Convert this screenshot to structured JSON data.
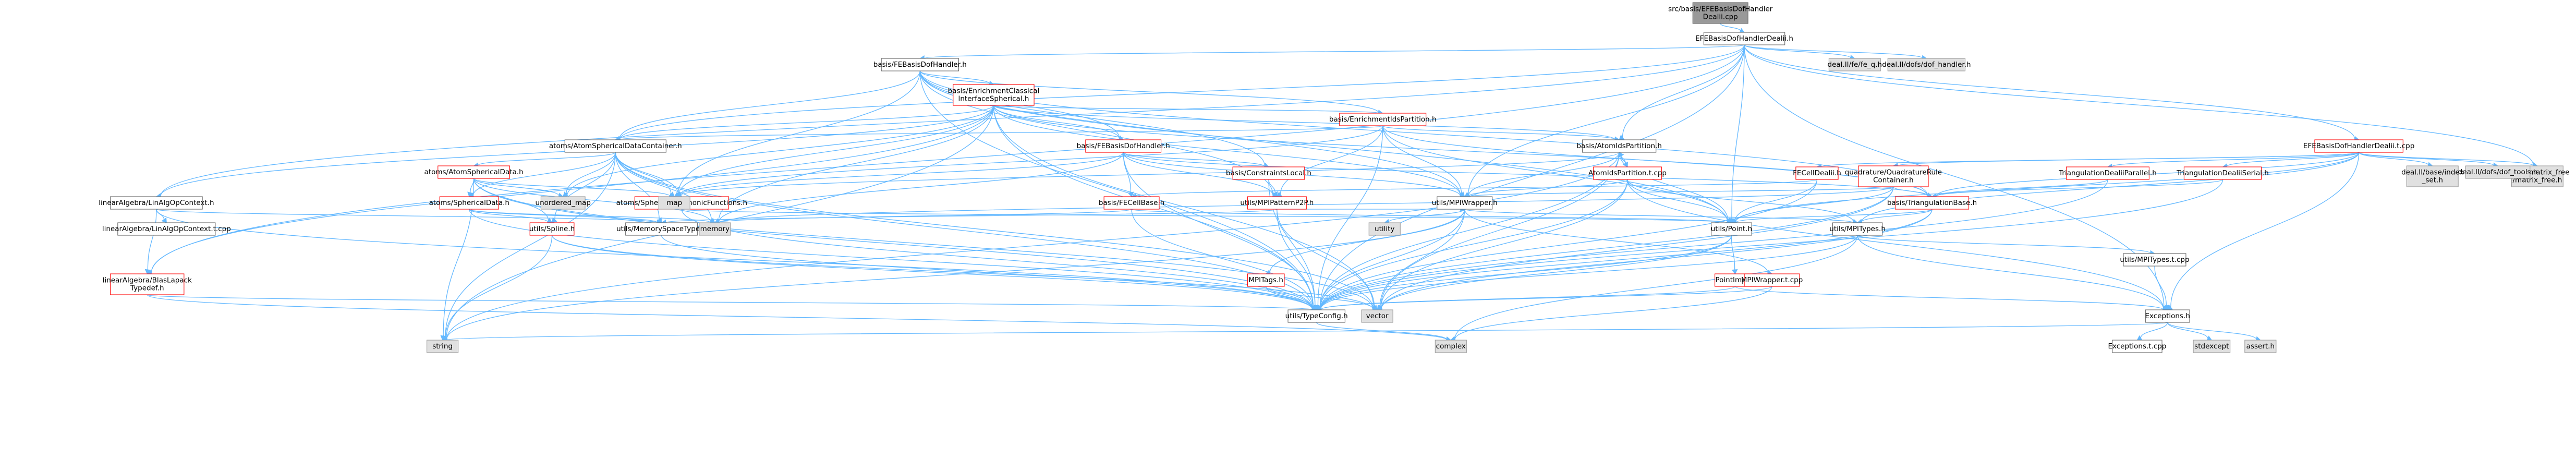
{
  "colors": {
    "edge": "#63b8ff",
    "root_fill": "#999999",
    "root_stroke": "#666666",
    "file_fill": "#ffffff",
    "file_stroke": "#666666",
    "external_fill": "#e0e0e0",
    "external_stroke": "#999999",
    "truncated_stroke": "#ff0000",
    "text": "#000000"
  },
  "nodes": [
    {
      "id": "root",
      "lines": [
        "src/basis/EFEBasisDofHandler",
        "Dealii.cpp"
      ],
      "kind": "root"
    },
    {
      "id": "efehdr",
      "lines": [
        "EFEBasisDofHandlerDealii.h"
      ],
      "kind": "file"
    },
    {
      "id": "fbdofh",
      "lines": [
        "basis/FEBasisDofHandler.h"
      ],
      "kind": "file"
    },
    {
      "id": "fecellh",
      "lines": [
        "deal.II/fe/fe_q.h"
      ],
      "kind": "external"
    },
    {
      "id": "dofhandler",
      "lines": [
        "deal.II/dofs/dof_handler.h"
      ],
      "kind": "external"
    },
    {
      "id": "enrclass",
      "lines": [
        "basis/EnrichmentClassical",
        "InterfaceSpherical.h"
      ],
      "kind": "truncated"
    },
    {
      "id": "enrpart",
      "lines": [
        "basis/EnrichmentIdsPartition.h"
      ],
      "kind": "truncated"
    },
    {
      "id": "atomsph",
      "lines": [
        "atoms/AtomSphericalDataContainer.h"
      ],
      "kind": "file"
    },
    {
      "id": "atomidspart",
      "lines": [
        "basis/AtomIdsPartition.h"
      ],
      "kind": "file"
    },
    {
      "id": "febasisdofh",
      "lines": [
        "basis/FEBasisDofHandler.h"
      ],
      "kind": "truncated"
    },
    {
      "id": "efeimpl",
      "lines": [
        "EFEBasisDofHandlerDealii.t.cpp"
      ],
      "kind": "truncated"
    },
    {
      "id": "matrixfree",
      "lines": [
        "deal.II/matrix_free",
        "/matrix_free.h"
      ],
      "kind": "external"
    },
    {
      "id": "indexset",
      "lines": [
        "deal.II/base/index",
        "_set.h"
      ],
      "kind": "external"
    },
    {
      "id": "doftools",
      "lines": [
        "deal.II/dofs/dof_tools.h"
      ],
      "kind": "external"
    },
    {
      "id": "linalgctx",
      "lines": [
        "linearAlgebra/LinAlgOpContext.h"
      ],
      "kind": "file"
    },
    {
      "id": "linalgctxt",
      "lines": [
        "linearAlgebra/LinAlgOpContext.t.cpp"
      ],
      "kind": "file"
    },
    {
      "id": "atomsphdata",
      "lines": [
        "atoms/AtomSphericalData.h"
      ],
      "kind": "truncated"
    },
    {
      "id": "sphdata",
      "lines": [
        "atoms/SphericalData.h"
      ],
      "kind": "truncated"
    },
    {
      "id": "sphharm",
      "lines": [
        "atoms/SphericalHarmonicFunctions.h"
      ],
      "kind": "truncated"
    },
    {
      "id": "unorderedmap",
      "lines": [
        "unordered_map"
      ],
      "kind": "external"
    },
    {
      "id": "map",
      "lines": [
        "map"
      ],
      "kind": "external"
    },
    {
      "id": "constraintslocal",
      "lines": [
        "basis/ConstraintsLocal.h"
      ],
      "kind": "truncated"
    },
    {
      "id": "fecellbase",
      "lines": [
        "basis/FECellBase.h"
      ],
      "kind": "truncated"
    },
    {
      "id": "mpipattern",
      "lines": [
        "utils/MPIPatternP2P.h"
      ],
      "kind": "truncated"
    },
    {
      "id": "atomidsimpl",
      "lines": [
        "AtomIdsPartition.t.cpp"
      ],
      "kind": "truncated"
    },
    {
      "id": "mpiwrapper",
      "lines": [
        "utils/MPIWrapper.h"
      ],
      "kind": "file"
    },
    {
      "id": "fecelldealii",
      "lines": [
        "FECellDealii.h"
      ],
      "kind": "truncated"
    },
    {
      "id": "quadrule",
      "lines": [
        "quadrature/QuadratureRule",
        "Container.h"
      ],
      "kind": "truncated"
    },
    {
      "id": "triangpar",
      "lines": [
        "TriangulationDealiiParallel.h"
      ],
      "kind": "truncated"
    },
    {
      "id": "triangser",
      "lines": [
        "TriangulationDealiiSerial.h"
      ],
      "kind": "truncated"
    },
    {
      "id": "triangbase",
      "lines": [
        "basis/TriangulationBase.h"
      ],
      "kind": "truncated"
    },
    {
      "id": "spline",
      "lines": [
        "utils/Spline.h"
      ],
      "kind": "truncated"
    },
    {
      "id": "memspace",
      "lines": [
        "utils/MemorySpaceType.h"
      ],
      "kind": "file"
    },
    {
      "id": "memory",
      "lines": [
        "memory"
      ],
      "kind": "external"
    },
    {
      "id": "utility",
      "lines": [
        "utility"
      ],
      "kind": "external"
    },
    {
      "id": "point",
      "lines": [
        "utils/Point.h"
      ],
      "kind": "file"
    },
    {
      "id": "mpitypes",
      "lines": [
        "utils/MPITypes.h"
      ],
      "kind": "file"
    },
    {
      "id": "mpitypest",
      "lines": [
        "utils/MPITypes.t.cpp"
      ],
      "kind": "file"
    },
    {
      "id": "blaslapack",
      "lines": [
        "linearAlgebra/BlasLapack",
        "Typedef.h"
      ],
      "kind": "truncated"
    },
    {
      "id": "mpitags",
      "lines": [
        "MPITags.h"
      ],
      "kind": "truncated"
    },
    {
      "id": "pointimpl",
      "lines": [
        "PointImpl.h"
      ],
      "kind": "truncated"
    },
    {
      "id": "mpiwrappert",
      "lines": [
        "MPIWrapper.t.cpp"
      ],
      "kind": "truncated"
    },
    {
      "id": "typeconfig",
      "lines": [
        "utils/TypeConfig.h"
      ],
      "kind": "file"
    },
    {
      "id": "vector",
      "lines": [
        "vector"
      ],
      "kind": "external"
    },
    {
      "id": "exceptions",
      "lines": [
        "Exceptions.h"
      ],
      "kind": "file"
    },
    {
      "id": "exceptionst",
      "lines": [
        "Exceptions.t.cpp"
      ],
      "kind": "file"
    },
    {
      "id": "stdexcept",
      "lines": [
        "stdexcept"
      ],
      "kind": "external"
    },
    {
      "id": "asserth",
      "lines": [
        "assert.h"
      ],
      "kind": "external"
    },
    {
      "id": "complex",
      "lines": [
        "complex"
      ],
      "kind": "external"
    },
    {
      "id": "string",
      "lines": [
        "string"
      ],
      "kind": "external"
    }
  ],
  "edges": [
    [
      "root",
      "efehdr"
    ],
    [
      "efehdr",
      "fbdofh"
    ],
    [
      "efehdr",
      "fecellh"
    ],
    [
      "efehdr",
      "dofhandler"
    ],
    [
      "efehdr",
      "efeimpl"
    ],
    [
      "efehdr",
      "atomidspart"
    ],
    [
      "efehdr",
      "atomsph"
    ],
    [
      "efehdr",
      "linalgctx"
    ],
    [
      "efehdr",
      "matrixfree"
    ],
    [
      "efehdr",
      "exceptions"
    ],
    [
      "efehdr",
      "point"
    ],
    [
      "efehdr",
      "typeconfig"
    ],
    [
      "efehdr",
      "mpiwrapper"
    ],
    [
      "efehdr",
      "blaslapack"
    ],
    [
      "fbdofh",
      "enrclass"
    ],
    [
      "fbdofh",
      "enrpart"
    ],
    [
      "fbdofh",
      "febasisdofh"
    ],
    [
      "fbdofh",
      "atomsph"
    ],
    [
      "fbdofh",
      "constraintslocal"
    ],
    [
      "fbdofh",
      "triangbase"
    ],
    [
      "fbdofh",
      "point"
    ],
    [
      "fbdofh",
      "map"
    ],
    [
      "fbdofh",
      "mpipattern"
    ],
    [
      "fbdofh",
      "mpiwrapper"
    ],
    [
      "fbdofh",
      "typeconfig"
    ],
    [
      "enrclass",
      "enrpart"
    ],
    [
      "enrclass",
      "atomsph"
    ],
    [
      "enrclass",
      "linalgctx"
    ],
    [
      "enrclass",
      "febasisdofh"
    ],
    [
      "enrclass",
      "atomidspart"
    ],
    [
      "enrclass",
      "unorderedmap"
    ],
    [
      "enrclass",
      "map"
    ],
    [
      "enrclass",
      "typeconfig"
    ],
    [
      "enrclass",
      "mpiwrapper"
    ],
    [
      "enrclass",
      "vector"
    ],
    [
      "enrclass",
      "memory"
    ],
    [
      "enrclass",
      "string"
    ],
    [
      "enrclass",
      "triangbase"
    ],
    [
      "enrclass",
      "blaslapack"
    ],
    [
      "enrpart",
      "atomidspart"
    ],
    [
      "enrpart",
      "atomsph"
    ],
    [
      "enrpart",
      "triangbase"
    ],
    [
      "enrpart",
      "mpiwrapper"
    ],
    [
      "enrpart",
      "mpipattern"
    ],
    [
      "enrpart",
      "typeconfig"
    ],
    [
      "enrpart",
      "point"
    ],
    [
      "enrpart",
      "map"
    ],
    [
      "atomsph",
      "atomsphdata"
    ],
    [
      "atomsph",
      "sphdata"
    ],
    [
      "atomsph",
      "sphharm"
    ],
    [
      "atomsph",
      "unorderedmap"
    ],
    [
      "atomsph",
      "map"
    ],
    [
      "atomsph",
      "memory"
    ],
    [
      "atomsph",
      "vector"
    ],
    [
      "atomsph",
      "string"
    ],
    [
      "atomsph",
      "typeconfig"
    ],
    [
      "atomsph",
      "spline"
    ],
    [
      "atomsph",
      "memspace"
    ],
    [
      "atomsphdata",
      "sphdata"
    ],
    [
      "atomsphdata",
      "unorderedmap"
    ],
    [
      "atomsphdata",
      "map"
    ],
    [
      "atomsphdata",
      "memory"
    ],
    [
      "atomsphdata",
      "spline"
    ],
    [
      "atomsphdata",
      "typeconfig"
    ],
    [
      "atomsphdata",
      "string"
    ],
    [
      "atomsphdata",
      "vector"
    ],
    [
      "sphdata",
      "spline"
    ],
    [
      "sphdata",
      "memspace"
    ],
    [
      "sphdata",
      "typeconfig"
    ],
    [
      "sphdata",
      "memory"
    ],
    [
      "sphharm",
      "typeconfig"
    ],
    [
      "sphharm",
      "point"
    ],
    [
      "atomidspart",
      "atomidsimpl"
    ],
    [
      "atomidspart",
      "mpiwrapper"
    ],
    [
      "atomidspart",
      "typeconfig"
    ],
    [
      "atomidspart",
      "point"
    ],
    [
      "atomidspart",
      "vector"
    ],
    [
      "atomidspart",
      "map"
    ],
    [
      "atomidspart",
      "string"
    ],
    [
      "atomidsimpl",
      "atomidspart"
    ],
    [
      "atomidsimpl",
      "mpiwrapper"
    ],
    [
      "atomidsimpl",
      "typeconfig"
    ],
    [
      "atomidsimpl",
      "point"
    ],
    [
      "atomidsimpl",
      "mpitypes"
    ],
    [
      "atomidsimpl",
      "exceptions"
    ],
    [
      "atomidsimpl",
      "vector"
    ],
    [
      "febasisdofh",
      "fecellbase"
    ],
    [
      "febasisdofh",
      "constraintslocal"
    ],
    [
      "febasisdofh",
      "mpipattern"
    ],
    [
      "febasisdofh",
      "triangbase"
    ],
    [
      "febasisdofh",
      "map"
    ],
    [
      "febasisdofh",
      "memory"
    ],
    [
      "febasisdofh",
      "typeconfig"
    ],
    [
      "febasisdofh",
      "mpiwrapper"
    ],
    [
      "constraintslocal",
      "mpipattern"
    ],
    [
      "constraintslocal",
      "typeconfig"
    ],
    [
      "fecellbase",
      "point"
    ],
    [
      "fecellbase",
      "typeconfig"
    ],
    [
      "fecellbase",
      "memory"
    ],
    [
      "mpipattern",
      "mpiwrapper"
    ],
    [
      "mpipattern",
      "typeconfig"
    ],
    [
      "mpipattern",
      "memspace"
    ],
    [
      "mpipattern",
      "vector"
    ],
    [
      "mpiwrapper",
      "mpitypes"
    ],
    [
      "mpiwrapper",
      "mpitags"
    ],
    [
      "mpiwrapper",
      "typeconfig"
    ],
    [
      "mpiwrapper",
      "mpiwrappert"
    ],
    [
      "mpiwrapper",
      "vector"
    ],
    [
      "mpiwrapper",
      "string"
    ],
    [
      "mpiwrapper",
      "utility"
    ],
    [
      "efeimpl",
      "indexset"
    ],
    [
      "efeimpl",
      "doftools"
    ],
    [
      "efeimpl",
      "matrixfree"
    ],
    [
      "efeimpl",
      "fecelldealii"
    ],
    [
      "efeimpl",
      "quadrule"
    ],
    [
      "efeimpl",
      "triangpar"
    ],
    [
      "efeimpl",
      "triangser"
    ],
    [
      "efeimpl",
      "triangbase"
    ],
    [
      "efeimpl",
      "mpitypes"
    ],
    [
      "efeimpl",
      "exceptions"
    ],
    [
      "efeimpl",
      "point"
    ],
    [
      "fecelldealii",
      "fecellbase"
    ],
    [
      "fecelldealii",
      "point"
    ],
    [
      "fecelldealii",
      "typeconfig"
    ],
    [
      "quadrule",
      "triangbase"
    ],
    [
      "quadrule",
      "mpiwrapper"
    ],
    [
      "quadrule",
      "typeconfig"
    ],
    [
      "quadrule",
      "memory"
    ],
    [
      "quadrule",
      "point"
    ],
    [
      "quadrule",
      "vector"
    ],
    [
      "triangpar",
      "triangbase"
    ],
    [
      "triangpar",
      "typeconfig"
    ],
    [
      "triangser",
      "triangbase"
    ],
    [
      "triangser",
      "typeconfig"
    ],
    [
      "triangbase",
      "point"
    ],
    [
      "triangbase",
      "typeconfig"
    ],
    [
      "triangbase",
      "mpitypes"
    ],
    [
      "triangbase",
      "vector"
    ],
    [
      "linalgctx",
      "linalgctxt"
    ],
    [
      "linalgctx",
      "memspace"
    ],
    [
      "linalgctx",
      "typeconfig"
    ],
    [
      "linalgctx",
      "blaslapack"
    ],
    [
      "memspace",
      "typeconfig"
    ],
    [
      "point",
      "pointimpl"
    ],
    [
      "point",
      "typeconfig"
    ],
    [
      "point",
      "vector"
    ],
    [
      "pointimpl",
      "typeconfig"
    ],
    [
      "pointimpl",
      "exceptions"
    ],
    [
      "mpitypes",
      "mpitypest"
    ],
    [
      "mpitypes",
      "typeconfig"
    ],
    [
      "mpitypes",
      "exceptions"
    ],
    [
      "mpitypes",
      "complex"
    ],
    [
      "mpitypest",
      "exceptions"
    ],
    [
      "mpitags",
      "typeconfig"
    ],
    [
      "mpitags",
      "vector"
    ],
    [
      "mpiwrappert",
      "typeconfig"
    ],
    [
      "mpiwrappert",
      "complex"
    ],
    [
      "spline",
      "typeconfig"
    ],
    [
      "spline",
      "vector"
    ],
    [
      "spline",
      "string"
    ],
    [
      "blaslapack",
      "typeconfig"
    ],
    [
      "blaslapack",
      "complex"
    ],
    [
      "typeconfig",
      "complex"
    ],
    [
      "exceptions",
      "exceptionst"
    ],
    [
      "exceptions",
      "stdexcept"
    ],
    [
      "exceptions",
      "asserth"
    ],
    [
      "exceptions",
      "string"
    ]
  ]
}
